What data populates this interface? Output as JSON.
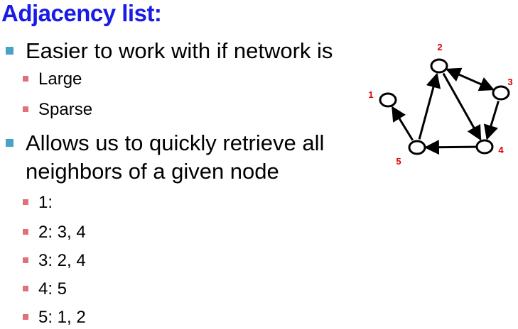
{
  "title": "Adjacency list:",
  "bullets": {
    "b1": "Easier to work with if network is",
    "b1_sub1": "Large",
    "b1_sub2": "Sparse",
    "b2_line1": "Allows us to quickly retrieve all",
    "b2_line2": "neighbors of a given node",
    "list": [
      "1:",
      "2: 3, 4",
      "3: 2, 4",
      "4: 5",
      "5: 1, 2"
    ]
  },
  "graph": {
    "nodes": [
      {
        "id": "1",
        "label": "1"
      },
      {
        "id": "2",
        "label": "2"
      },
      {
        "id": "3",
        "label": "3"
      },
      {
        "id": "4",
        "label": "4"
      },
      {
        "id": "5",
        "label": "5"
      }
    ],
    "edges": [
      {
        "from": "2",
        "to": "3"
      },
      {
        "from": "2",
        "to": "4"
      },
      {
        "from": "3",
        "to": "2"
      },
      {
        "from": "3",
        "to": "4"
      },
      {
        "from": "4",
        "to": "5"
      },
      {
        "from": "5",
        "to": "1"
      },
      {
        "from": "5",
        "to": "2"
      }
    ],
    "label_color": "#e00000"
  },
  "colors": {
    "title": "#1a1ae6",
    "level1_bullet": "#4aa3c7",
    "level2_bullet": "#e0707a"
  }
}
